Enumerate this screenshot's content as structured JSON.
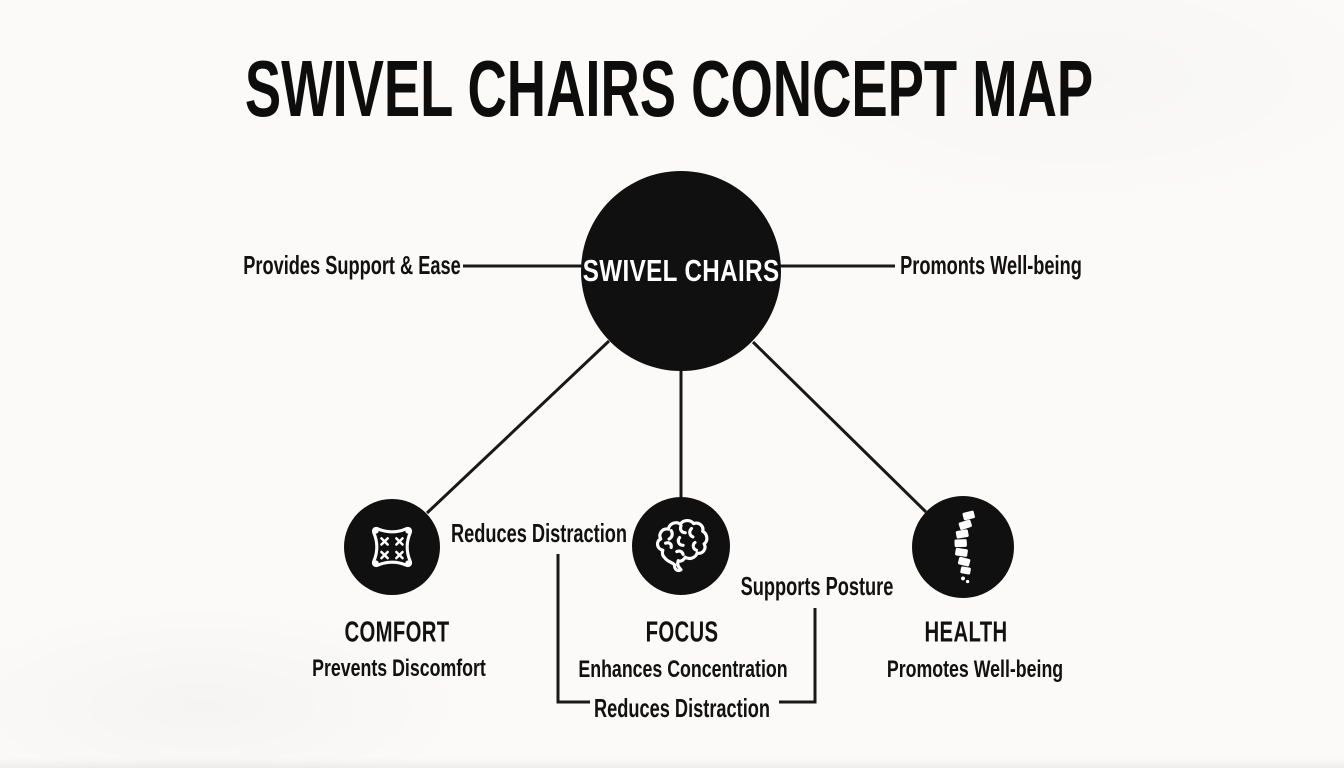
{
  "title": "SWIVEL CHAIRS CONCEPT MAP",
  "center_node": {
    "label": "SWIVEL CHAIRS"
  },
  "edge_labels": {
    "left": "Provides Support & Ease",
    "right": "Promonts Well-being",
    "focus_left": "Reduces Distraction",
    "health_left": "Supports Posture",
    "bottom": "Reduces Distraction"
  },
  "nodes": [
    {
      "id": "comfort",
      "icon": "pillow-icon",
      "label": "COMFORT",
      "sublabel": "Prevents Discomfort"
    },
    {
      "id": "focus",
      "icon": "brain-icon",
      "label": "FOCUS",
      "sublabel": "Enhances Concentration"
    },
    {
      "id": "health",
      "icon": "spine-icon",
      "label": "HEALTH",
      "sublabel": "Promotes Well-being"
    }
  ],
  "colors": {
    "background": "#fbfaf8",
    "node_fill": "#101010",
    "node_text": "#ffffff",
    "line": "#181818",
    "text": "#111111"
  }
}
